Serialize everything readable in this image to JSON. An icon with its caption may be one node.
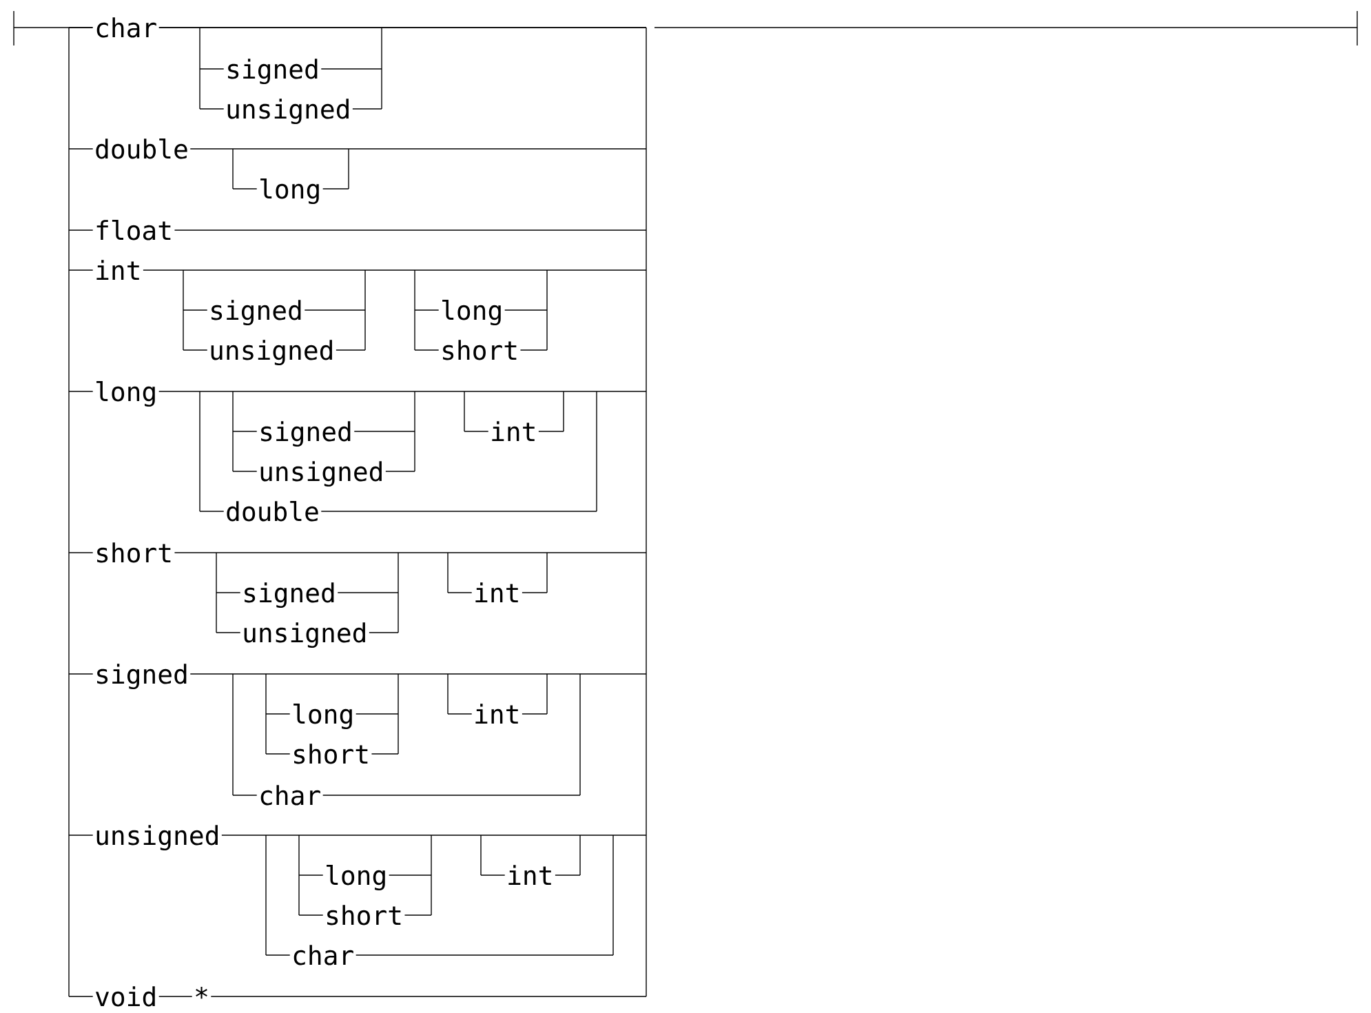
{
  "diagram": {
    "labels": [
      "char",
      "signed",
      "unsigned",
      "double",
      "long",
      "float",
      "int",
      "signed",
      "long",
      "unsigned",
      "short",
      "long",
      "signed",
      "int",
      "unsigned",
      "double",
      "short",
      "signed",
      "int",
      "unsigned",
      "signed",
      "long",
      "int",
      "short",
      "char",
      "unsigned",
      "long",
      "int",
      "short",
      "char",
      "void",
      "*"
    ]
  }
}
